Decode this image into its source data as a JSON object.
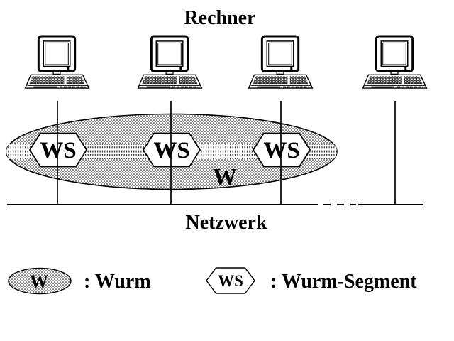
{
  "colors": {
    "ink": "#000000",
    "paper": "#ffffff",
    "worm_fill_pattern": "halftone-dots",
    "worm_body_pattern": "vertical-dashes"
  },
  "icons": {
    "computer": "desktop-computer-icon",
    "worm": "stippled-ellipse",
    "worm_segment": "hexagon"
  },
  "diagram": {
    "title": "Rechner",
    "computer_count": 4,
    "segments": [
      {
        "label": "WS"
      },
      {
        "label": "WS"
      },
      {
        "label": "WS"
      }
    ],
    "worm_label": "W",
    "network_label": "Netzwerk"
  },
  "legend": {
    "worm": {
      "symbol_label": "W",
      "text": ": Wurm"
    },
    "segment": {
      "symbol_label": "WS",
      "text": ": Wurm-Segment"
    }
  }
}
